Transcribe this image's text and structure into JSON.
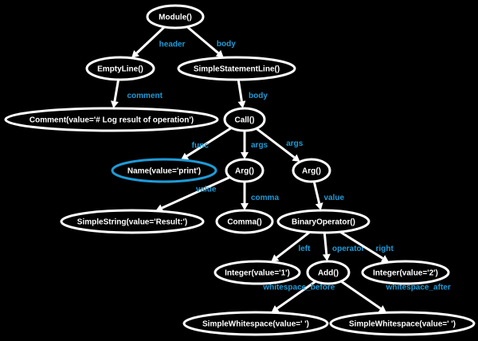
{
  "diagram": {
    "nodes": [
      {
        "id": "module",
        "label": "Module()"
      },
      {
        "id": "emptyline",
        "label": "EmptyLine()"
      },
      {
        "id": "ssl",
        "label": "SimpleStatementLine()"
      },
      {
        "id": "comment",
        "label": "Comment(value='# Log result of operation')"
      },
      {
        "id": "call",
        "label": "Call()"
      },
      {
        "id": "name",
        "label": "Name(value='print')",
        "highlight": true
      },
      {
        "id": "arg1",
        "label": "Arg()"
      },
      {
        "id": "arg2",
        "label": "Arg()"
      },
      {
        "id": "simplestring",
        "label": "SimpleString(value='Result:')"
      },
      {
        "id": "comma",
        "label": "Comma()"
      },
      {
        "id": "binop",
        "label": "BinaryOperator()"
      },
      {
        "id": "int1",
        "label": "Integer(value='1')"
      },
      {
        "id": "add",
        "label": "Add()"
      },
      {
        "id": "int2",
        "label": "Integer(value='2')"
      },
      {
        "id": "ws_before",
        "label": "SimpleWhitespace(value=' ')"
      },
      {
        "id": "ws_after",
        "label": "SimpleWhitespace(value=' ')"
      }
    ],
    "edges": [
      {
        "from": "module",
        "to": "emptyline",
        "label": "header"
      },
      {
        "from": "module",
        "to": "ssl",
        "label": "body"
      },
      {
        "from": "emptyline",
        "to": "comment",
        "label": "comment"
      },
      {
        "from": "ssl",
        "to": "call",
        "label": "body"
      },
      {
        "from": "call",
        "to": "name",
        "label": "func"
      },
      {
        "from": "call",
        "to": "arg1",
        "label": "args"
      },
      {
        "from": "call",
        "to": "arg2",
        "label": "args"
      },
      {
        "from": "arg1",
        "to": "simplestring",
        "label": "value"
      },
      {
        "from": "arg1",
        "to": "comma",
        "label": "comma"
      },
      {
        "from": "arg2",
        "to": "binop",
        "label": "value"
      },
      {
        "from": "binop",
        "to": "int1",
        "label": "left"
      },
      {
        "from": "binop",
        "to": "add",
        "label": "operator"
      },
      {
        "from": "binop",
        "to": "int2",
        "label": "right"
      },
      {
        "from": "add",
        "to": "ws_before",
        "label": "whitespace_before"
      },
      {
        "from": "add",
        "to": "ws_after",
        "label": "whitespace_after"
      }
    ]
  },
  "colors": {
    "background": "#000000",
    "node_border": "#ffffff",
    "node_text": "#ffffff",
    "edge": "#ffffff",
    "edge_label": "#1e9bd7",
    "highlight_border": "#1e9bd7"
  }
}
